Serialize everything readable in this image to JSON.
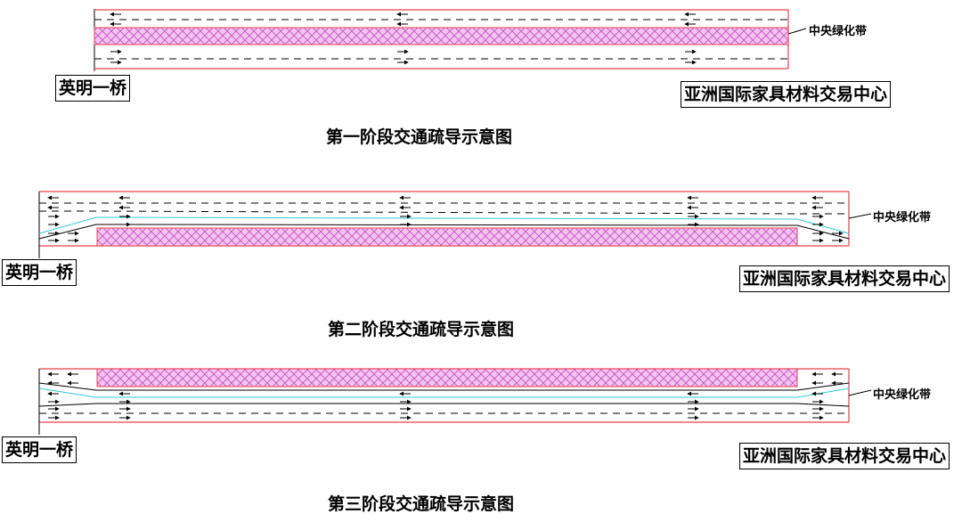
{
  "stage1": {
    "caption": "第一阶段交通疏导示意图",
    "left_label": "英明一桥",
    "right_label": "亚洲国际家具材料交易中心",
    "median_label": "中央绿化带"
  },
  "stage2": {
    "caption": "第二阶段交通疏导示意图",
    "left_label": "英明一桥",
    "right_label": "亚洲国际家具材料交易中心",
    "median_label": "中央绿化带"
  },
  "stage3": {
    "caption": "第三阶段交通疏导示意图",
    "left_label": "英明一桥",
    "right_label": "亚洲国际家具材料交易中心",
    "median_label": "中央绿化带"
  },
  "colors": {
    "road_edge": "#e8404a",
    "median_fill": "#f3c4f0",
    "median_hatch": "#c44ac0",
    "lane_line": "#000000",
    "cyan_line": "#30c8d8"
  },
  "icons": [
    "arrow-left-icon",
    "arrow-right-icon"
  ]
}
